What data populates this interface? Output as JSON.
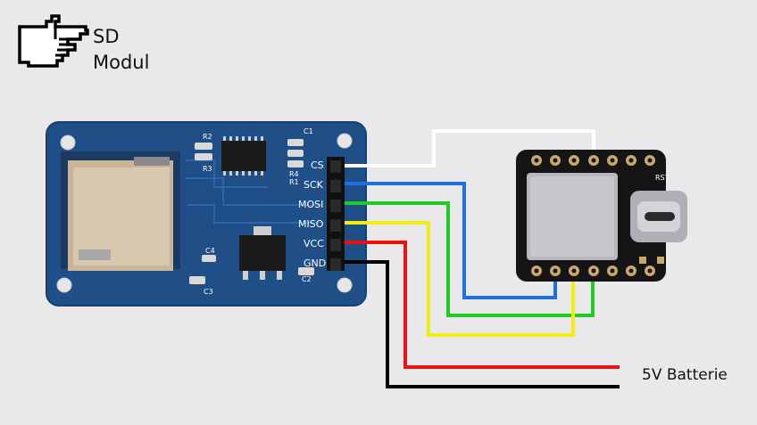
{
  "caption": {
    "line1": "SD",
    "line2": "Modul"
  },
  "pins": {
    "cs": "CS",
    "sck": "SCK",
    "mosi": "MOSI",
    "miso": "MISO",
    "vcc": "VCC",
    "gnd": "GND"
  },
  "silkscreen": {
    "r2": "R2",
    "r3": "R3",
    "r4": "R4",
    "r1": "R1",
    "c1": "C1",
    "c2": "C2",
    "c3": "C3",
    "c4": "C4",
    "rst": "RST"
  },
  "battery_label": "5V Batterie",
  "colors": {
    "background": "#e9e9eb",
    "board": "#1f4f86",
    "wire_cs": "#ffffff",
    "wire_sck": "#1f6fe0",
    "wire_mosi": "#22cc22",
    "wire_miso": "#f2ee10",
    "wire_vcc": "#ee1111",
    "wire_gnd": "#000000"
  },
  "icons": {
    "pointer": "pointing-hand-icon"
  }
}
